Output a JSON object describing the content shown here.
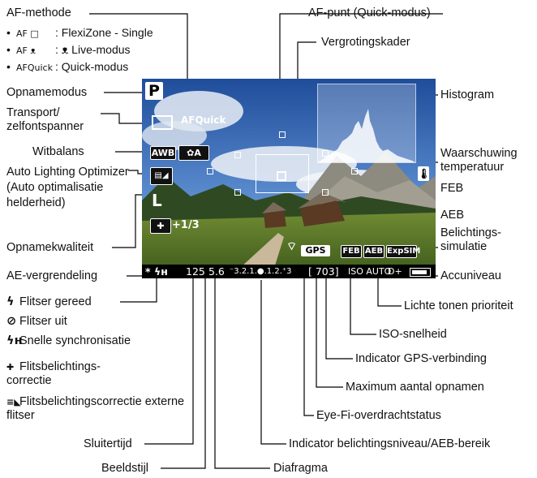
{
  "af": {
    "title": "AF-methode",
    "modes": [
      {
        "code": "AF □",
        "desc": ": FlexiZone - Single"
      },
      {
        "code": "AF ᴥ",
        "desc": ": ᴥ Live-modus"
      },
      {
        "code": "AFQuick",
        "desc": ": Quick-modus"
      }
    ]
  },
  "left_labels": {
    "opnamemodus": "Opnamemodus",
    "transport": "Transport/ zelfontspanner",
    "witbalans": "Witbalans",
    "alo": "Auto Lighting Optimizer (Auto optimalisatie helderheid)",
    "opnamekwaliteit": "Opnamekwaliteit",
    "ae_vergrendeling": "AE-vergrendeling"
  },
  "flash": {
    "gereed": "Flitser gereed",
    "uit": "Flitser uit",
    "snelle_sync": "Snelle synchronisatie",
    "correctie": "Flitsbelichtings- correctie",
    "extern": "Flitsbelichtingscorrectie externe flitser"
  },
  "bottom_left": {
    "sluitertijd": "Sluitertijd",
    "beeldstijl": "Beeldstijl",
    "diafragma": "Diafragma"
  },
  "top_right": {
    "af_punt": "AF-punt (Quick-modus)",
    "vergroting": "Vergrotingskader"
  },
  "right_labels": {
    "histogram": "Histogram",
    "temperatuur": "Waarschuwing temperatuur",
    "feb": "FEB",
    "aeb": "AEB",
    "simulatie": "Belichtings- simulatie",
    "accu": "Accuniveau",
    "lichte_tonen": "Lichte tonen prioriteit",
    "iso": "ISO-snelheid",
    "gps": "Indicator GPS-verbinding",
    "max_opnamen": "Maximum aantal opnamen",
    "eyefi": "Eye-Fi-overdrachtstatus",
    "belichtingsniveau": "Indicator belichtingsniveau/AEB-bereik"
  },
  "screen": {
    "mode": "P",
    "af_quick": "AFQuick",
    "awb": "AWB",
    "quality": "L",
    "flash_comp": "+1/3",
    "gps": "GPS",
    "feb": "FEB",
    "aeb": "AEB",
    "expsim": "ExpSIM",
    "status": {
      "ae_lock": "*",
      "flash": "ϟʜ",
      "shutter": "125",
      "aperture": "5.6",
      "scale": "⁻3.2.1.●.1.2.⁺3",
      "max_shots": "[ 703]",
      "iso": "ISO AUTO",
      "d_plus": "D+"
    }
  },
  "colors": {
    "line": "#000000",
    "overlay_text": "#ffffff",
    "status_bar": "#000000"
  }
}
